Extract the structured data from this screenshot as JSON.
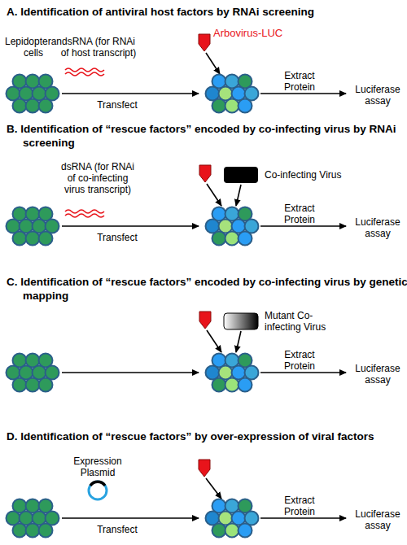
{
  "diagram": {
    "labels": [
      "A. Identification of antiviral host factors by RNAi screening",
      "Lepidopteran cells",
      "dsRNA (for RNAi of host transcript)",
      "Arbovirus-LUC",
      "Transfect",
      "Extract Protein",
      "Luciferase assay",
      "B. Identification of “rescue factors” encoded by co-infecting virus by RNAi screening",
      "dsRNA (for RNAi of co-infecting virus transcript)",
      "Co-infecting Virus",
      "Transfect",
      "Extract Protein",
      "Luciferase assay",
      "C. Identification of “rescue factors” encoded by co-infecting virus by genetic mapping",
      "Mutant Co-infecting Virus",
      "Extract Protein",
      "Luciferase assay",
      "D. Identification of “rescue factors” by over-expression of viral factors",
      "Expression Plasmid",
      "Transfect",
      "Extract Protein",
      "Luciferase assay"
    ]
  }
}
